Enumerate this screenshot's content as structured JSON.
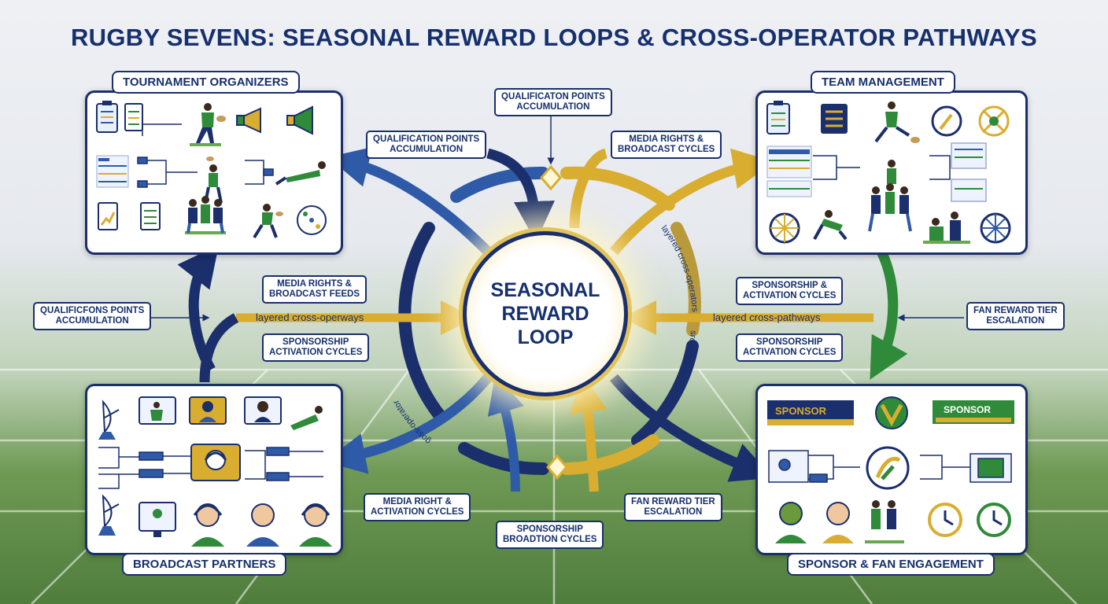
{
  "title": "RUGBY SEVENS: SEASONAL REWARD LOOPS & CROSS-OPERATOR PATHWAYS",
  "hub": {
    "label": "SEASONAL\nREWARD\nLOOP"
  },
  "panels": {
    "tournament_organizers": "TOURNAMENT ORGANIZERS",
    "team_management": "TEAM MANAGEMENT",
    "broadcast_partners": "BROADCAST PARTNERS",
    "sponsor_fan": "SPONSOR & FAN ENGAGEMENT"
  },
  "labels": {
    "top_center": "QUALIFICATON POINTS\nACCUMULATION",
    "upper_left": "QUALIFICATION POINTS\nACCUMULATION",
    "upper_right": "MEDIA RIGHTS &\nBROADCAST CYCLES",
    "far_left": "QUALIFICFONS POINTS\nACCUMULATION",
    "mid_left_media": "MEDIA RIGHTS &\nBROADCAST FEEDS",
    "mid_left_sponsor": "SPONSORSHIP\nACTIVATION CYCLES",
    "mid_right_sponsor_top": "SPONSORSHIP &\nACTIVATION CYCLES",
    "mid_right_sponsor_bottom": "SPONSORSHIP\nACTIVATION CYCLES",
    "far_right": "FAN REWARD TIER\nESCALATION",
    "bottom_left": "MEDIA RIGHT &\nACTIVATION CYCLES",
    "bottom_center": "SPONSORSHIP\nBROADTION CYCLES",
    "bottom_right": "FAN REWARD TIER\nESCALATION"
  },
  "inline_labels": {
    "left": "layered cross-operways",
    "right": "layered cross-pathways"
  },
  "arc_labels": {
    "left_lower": "goss-operator",
    "right_upper": "layered cross-operators",
    "right_lower": "sroperators"
  },
  "sponsor_badges": {
    "left": "SPONSOR",
    "right": "SPONSOR"
  },
  "colors": {
    "navy": "#1a2f6b",
    "blue": "#2e5aa8",
    "gold": "#d9ad2f",
    "green": "#2f8a3a"
  }
}
